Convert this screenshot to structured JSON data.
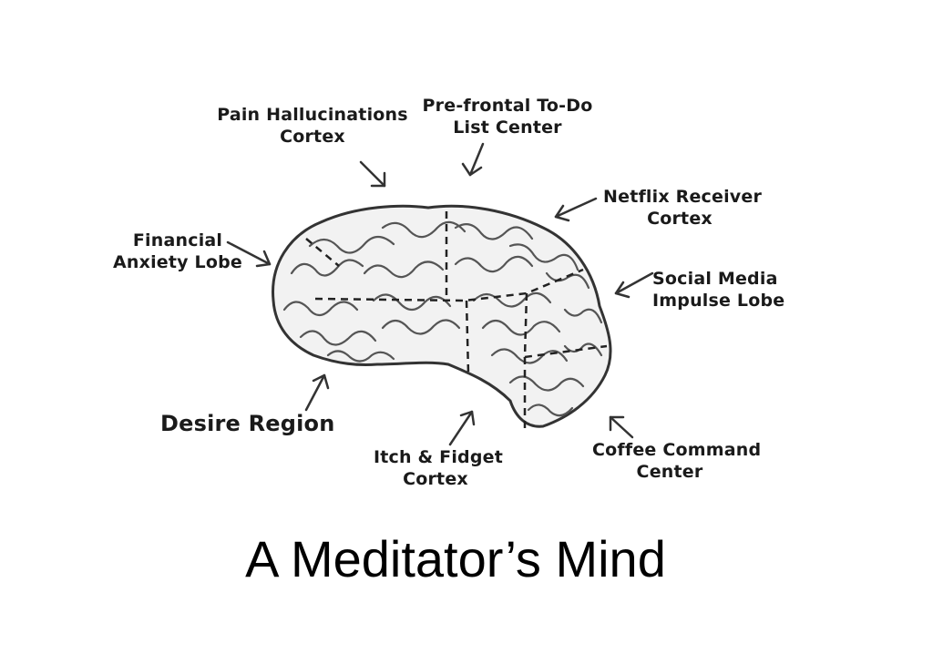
{
  "title": "A Meditator’s Mind",
  "labels": {
    "pain": [
      "Pain Hallucinations",
      "Cortex"
    ],
    "prefrontal": [
      "Pre-frontal To-Do",
      "List Center"
    ],
    "netflix": [
      "Netflix Receiver",
      "Cortex"
    ],
    "financial": [
      "Financial",
      "Anxiety Lobe"
    ],
    "social": [
      "Social Media",
      "Impulse Lobe"
    ],
    "desire": [
      "Desire Region"
    ],
    "itch": [
      "Itch & Fidget",
      "Cortex"
    ],
    "coffee": [
      "Coffee Command",
      "Center"
    ]
  },
  "colors": {
    "ink": "#1a1a1a",
    "brain_fill": "#f2f2f2",
    "brain_outline": "#333333"
  }
}
